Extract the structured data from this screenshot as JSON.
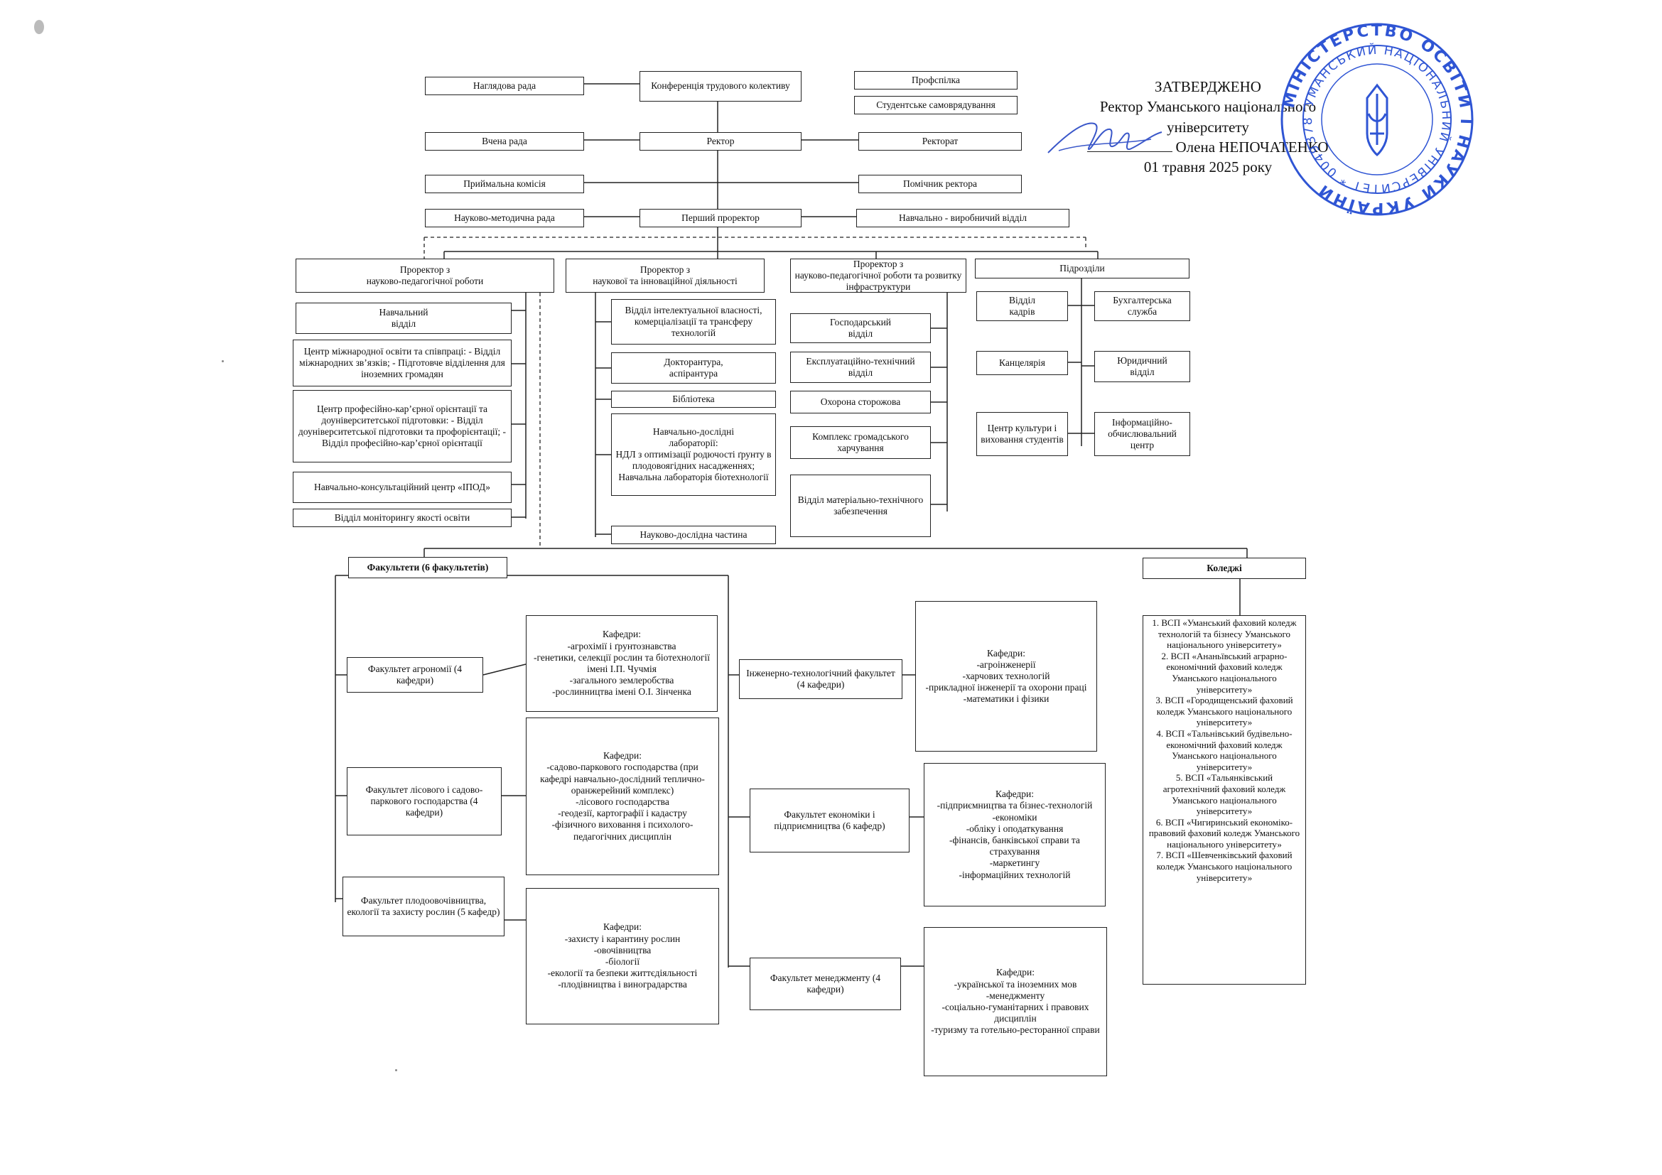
{
  "approval": {
    "heading": "ЗАТВЕРДЖЕНО",
    "line1": "Ректор Уманського національного",
    "line2": "університету",
    "name": "Олена НЕПОЧАТЕНКО",
    "date": "01 травня 2025 року"
  },
  "stamp": {
    "outer_text": "МІНІСТЕРСТВО ОСВІТИ І НАУКИ УКРАЇНИ",
    "inner_text": "УМАНСЬКИЙ НАЦІОНАЛЬНИЙ УНІВЕРСИТЕТ",
    "code": "00493787",
    "color": "#2f55d4"
  },
  "top": {
    "supervisory_board": "Наглядова рада",
    "labor_conference": "Конференція трудового колективу",
    "trade_union": "Профспілка",
    "student_government": "Студентське самоврядування",
    "academic_council": "Вчена рада",
    "rector": "Ректор",
    "rectorate": "Ректорат",
    "admissions": "Приймальна комісія",
    "rector_assistant": "Помічник ректора",
    "methodical_council": "Науково-методична рада",
    "first_vice_rector": "Перший проректор",
    "production_dept": "Навчально - виробничий відділ"
  },
  "vice1": {
    "title": "Проректор з\nнауково-педагогічної роботи",
    "items": [
      "Навчальний\nвідділ",
      "Центр міжнародної освіти та співпраці: - Відділ міжнародних зв’язків; - Підготовче відділення для іноземних громадян",
      "Центр професійно-кар’єрної орієнтації та доуніверситетської підготовки: - Відділ доуніверситетської підготовки та профорієнтації; - Відділ професійно-кар’єрної орієнтації",
      "Навчально-консультаційний центр «ІПОД»",
      "Відділ моніторингу якості освіти"
    ]
  },
  "vice2": {
    "title": "Проректор з\nнаукової та інноваційної діяльності",
    "items": [
      "Відділ інтелектуальної власності, комерціалізації та трансферу технологій",
      "Докторантура,\nаспірантура",
      "Бібліотека",
      "Навчально-дослідні\nлабораторії:\nНДЛ з оптимізації родючості ґрунту в плодовоягідних насадженнях;\nНавчальна лабораторія біотехнології",
      "Науково-дослідна частина"
    ]
  },
  "vice3": {
    "title": "Проректор з\nнауково-педагогічної роботи та розвитку інфраструктури",
    "items": [
      "Господарський\nвідділ",
      "Експлуатаційно-технічний відділ",
      "Охорона сторожова",
      "Комплекс громадського харчування",
      "Відділ матеріально-технічного забезпечення"
    ]
  },
  "units": {
    "title": "Підрозділи",
    "hr": "Відділ\nкадрів",
    "accounting": "Бухгалтерська\nслужба",
    "office": "Канцелярія",
    "legal": "Юридичний\nвідділ",
    "culture_center": "Центр культури і виховання студентів",
    "it_center": "Інформаційно-обчислювальний центр"
  },
  "faculties": {
    "header": "Факультети (6 факультетів)",
    "list": [
      {
        "name": "Факультет агрономії (4 кафедри)",
        "departments": "Кафедри:\n-агрохімії і ґрунтознавства\n-генетики, селекції рослин та біотехнології імені І.П. Чучмія\n-загального землеробства\n-рослинництва імені О.І. Зінченка"
      },
      {
        "name": "Факультет лісового і садово-паркового господарства (4 кафедри)",
        "departments": "Кафедри:\n-садово-паркового господарства (при кафедрі навчально-дослідний теплично-оранжерейний комплекс)\n-лісового господарства\n-геодезії, картографії і кадастру\n-фізичного виховання і психолого-педагогічних дисциплін"
      },
      {
        "name": "Факультет плодоовочівництва, екології та захисту рослин (5 кафедр)",
        "departments": "Кафедри:\n-захисту і карантину рослин\n-овочівництва\n-біології\n-екології та безпеки життєдіяльності\n-плодівництва і виноградарства"
      },
      {
        "name": "Інженерно-технологічний факультет (4 кафедри)",
        "departments": "Кафедри:\n-агроінженерії\n-харчових технологій\n-прикладної інженерії та охорони праці\n-математики і фізики"
      },
      {
        "name": "Факультет економіки і підприємництва (6 кафедр)",
        "departments": "Кафедри:\n-підприємництва та бізнес-технологій\n-економіки\n-обліку і оподаткування\n-фінансів, банківської справи та страхування\n-маркетингу\n-інформаційних технологій"
      },
      {
        "name": "Факультет менеджменту (4 кафедри)",
        "departments": "Кафедри:\n-української та іноземних мов\n-менеджменту\n-соціально-гуманітарних і правових дисциплін\n-туризму та готельно-ресторанної справи"
      }
    ]
  },
  "colleges": {
    "header": "Коледжі",
    "list": "1. ВСП «Уманський фаховий коледж технологій та бізнесу Уманського національного університету»\n2. ВСП «Ананьївський аграрно-економічний фаховий коледж Уманського національного університету»\n3. ВСП «Городищенський фаховий коледж Уманського національного університету»\n4. ВСП «Тальнівський будівельно-економічний фаховий коледж Уманського національного університету»\n5. ВСП «Тальянківський агротехнічний фаховий коледж Уманського національного університету»\n6. ВСП «Чигиринський економіко-правовий фаховий коледж Уманського національного університету»\n7. ВСП «Шевченківський фаховий коледж Уманського національного університету»"
  }
}
